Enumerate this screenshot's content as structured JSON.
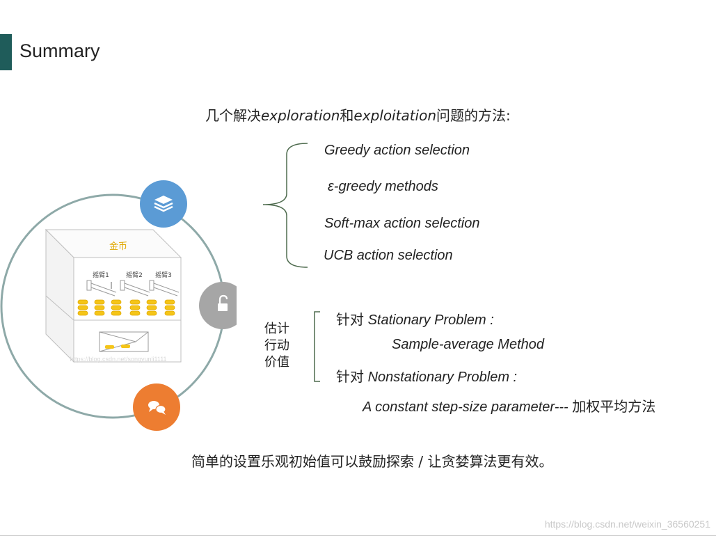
{
  "slide": {
    "title": "Summary",
    "heading": {
      "prefix": "几个解决",
      "term1": "exploration",
      "mid": "和",
      "term2": "exploitation",
      "suffix": "问题的方法:"
    },
    "methods": [
      "Greedy action selection",
      "ε-greedy methods",
      "Soft-max action selection",
      "UCB action selection"
    ],
    "estimation": {
      "label_lines": [
        "估计",
        "行动",
        "价值"
      ],
      "stationary_prefix": "针对",
      "stationary_problem": "Stationary Problem :",
      "stationary_method": "Sample-average Method",
      "nonstationary_prefix": "针对",
      "nonstationary_problem": "Nonstationary Problem :",
      "nonstationary_method": "A constant step-size parameter---",
      "nonstationary_note": "加权平均方法"
    },
    "conclusion": "简单的设置乐观初始值可以鼓励探索 / 让贪婪算法更有效。"
  },
  "illustration": {
    "machine_title": "金币",
    "arm_labels": [
      "摇臂1",
      "摇臂2",
      "摇臂3"
    ],
    "image_watermark": "https://blog.csdn.net/songyunli1111",
    "icons": [
      "layers-icon",
      "lock-icon",
      "chat-icon"
    ],
    "colors": {
      "blue": "#5b9bd5",
      "gray": "#a6a6a6",
      "orange": "#ed7d31",
      "ring": "#8ea9a8",
      "coin": "#f5c518"
    }
  },
  "watermark": "https://blog.csdn.net/weixin_36560251"
}
